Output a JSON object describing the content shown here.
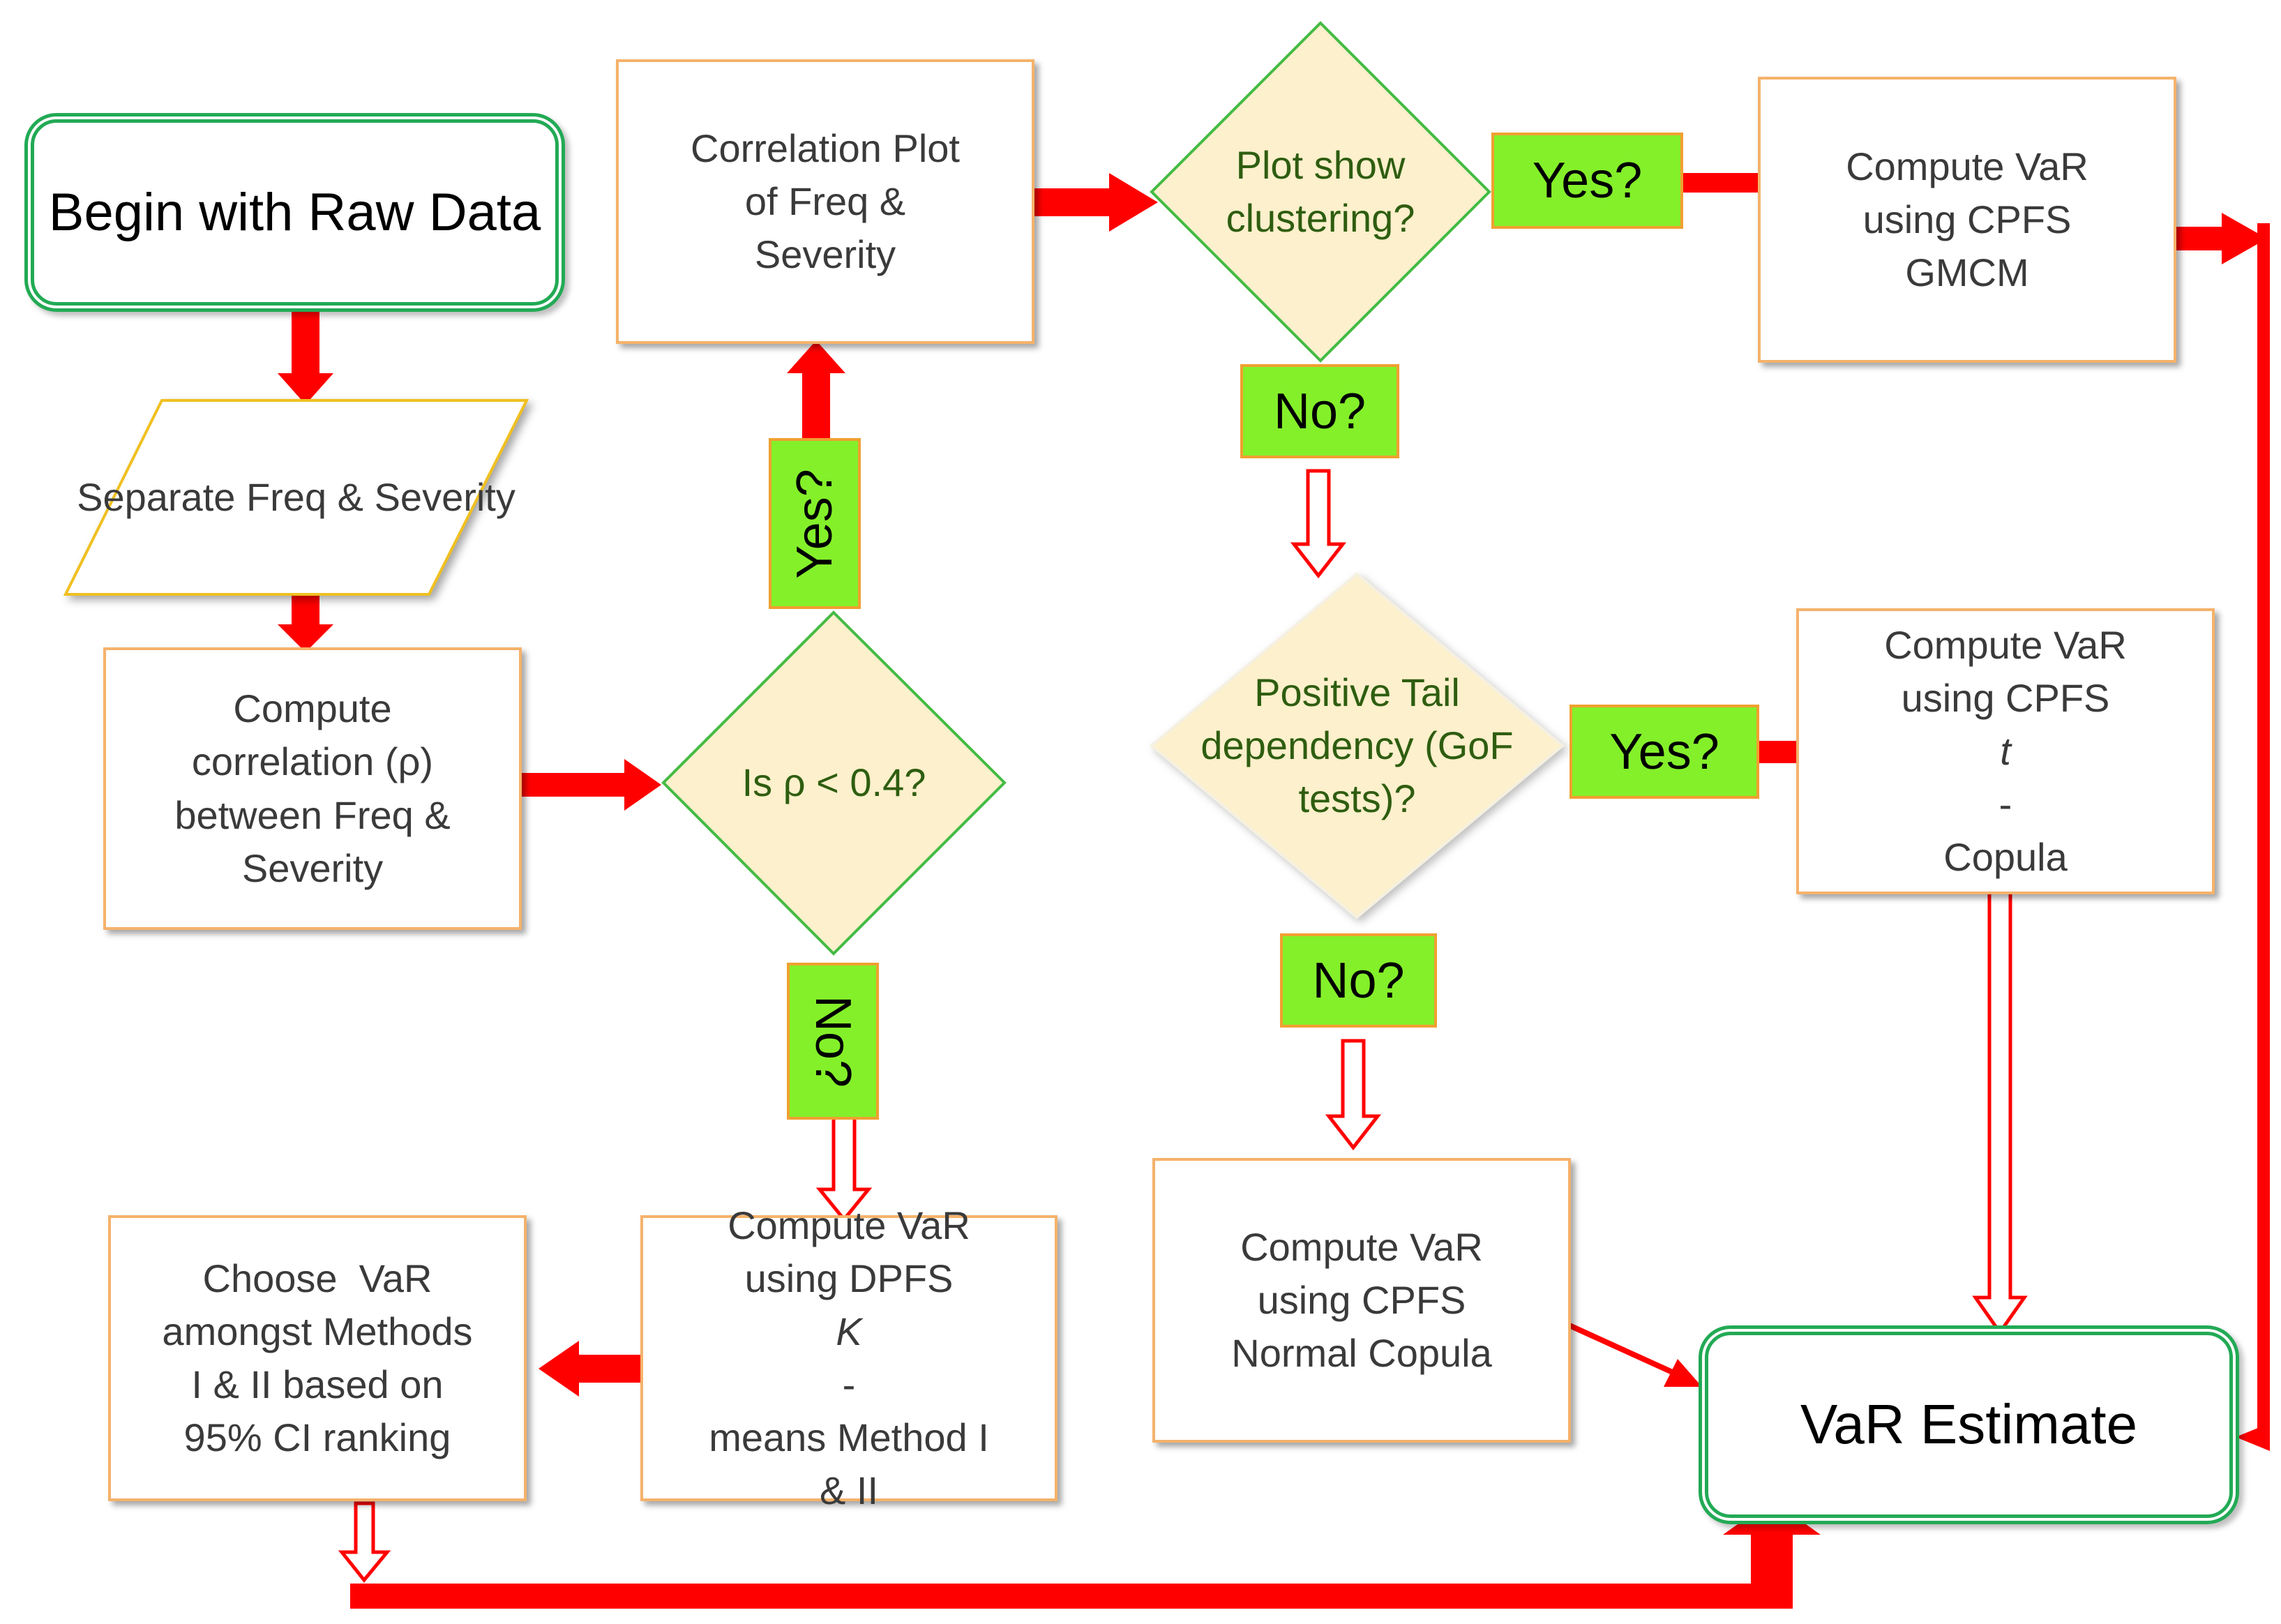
{
  "start": {
    "line1": "Begin with Raw",
    "line2": "Data"
  },
  "separate": {
    "line1": "Separate Freq &",
    "line2": "Severity"
  },
  "compute_corr": {
    "line1": "Compute",
    "line2": "correlation (ρ)",
    "line3": "between Freq &",
    "line4": "Severity"
  },
  "decision_rho": {
    "text": "Is ρ < 0.4?"
  },
  "label_yes_rho": "Yes?",
  "label_no_rho": "No?",
  "corr_plot": {
    "line1": "Correlation Plot",
    "line2": "of Freq &",
    "line3": "Severity"
  },
  "decision_cluster": {
    "line1": "Plot show",
    "line2": "clustering?"
  },
  "label_yes_cluster": "Yes?",
  "label_no_cluster": "No?",
  "gmcm": {
    "line1": "Compute VaR",
    "line2": "using CPFS",
    "line3": "GMCM"
  },
  "decision_tail": {
    "line1": "Positive Tail",
    "line2": "dependency (GoF",
    "line3": "tests)?"
  },
  "label_yes_tail": "Yes?",
  "label_no_tail": "No?",
  "t_copula": {
    "line1": "Compute VaR",
    "line2a": "using CPFS ",
    "line2b": "t",
    "line2c": "-",
    "line3": "Copula"
  },
  "normal_copula": {
    "line1": "Compute VaR",
    "line2": "using CPFS",
    "line3": "Normal Copula"
  },
  "kmeans": {
    "line1": "Compute VaR",
    "line2a": "using DPFS ",
    "line2b": "K",
    "line2c": "-",
    "line3": "means Method I",
    "line4": "& II"
  },
  "choose": {
    "line1": "Choose  VaR",
    "line2": "amongst Methods",
    "line3": "I & II based on",
    "line4": "95% CI ranking"
  },
  "estimate": {
    "text": "VaR Estimate"
  },
  "colors": {
    "arrow": "#ff0000",
    "decision_fill": "#fdf0cc",
    "label_fill": "#84f02a",
    "start_border": "#22aa55",
    "box_border": "#f5b26b"
  }
}
